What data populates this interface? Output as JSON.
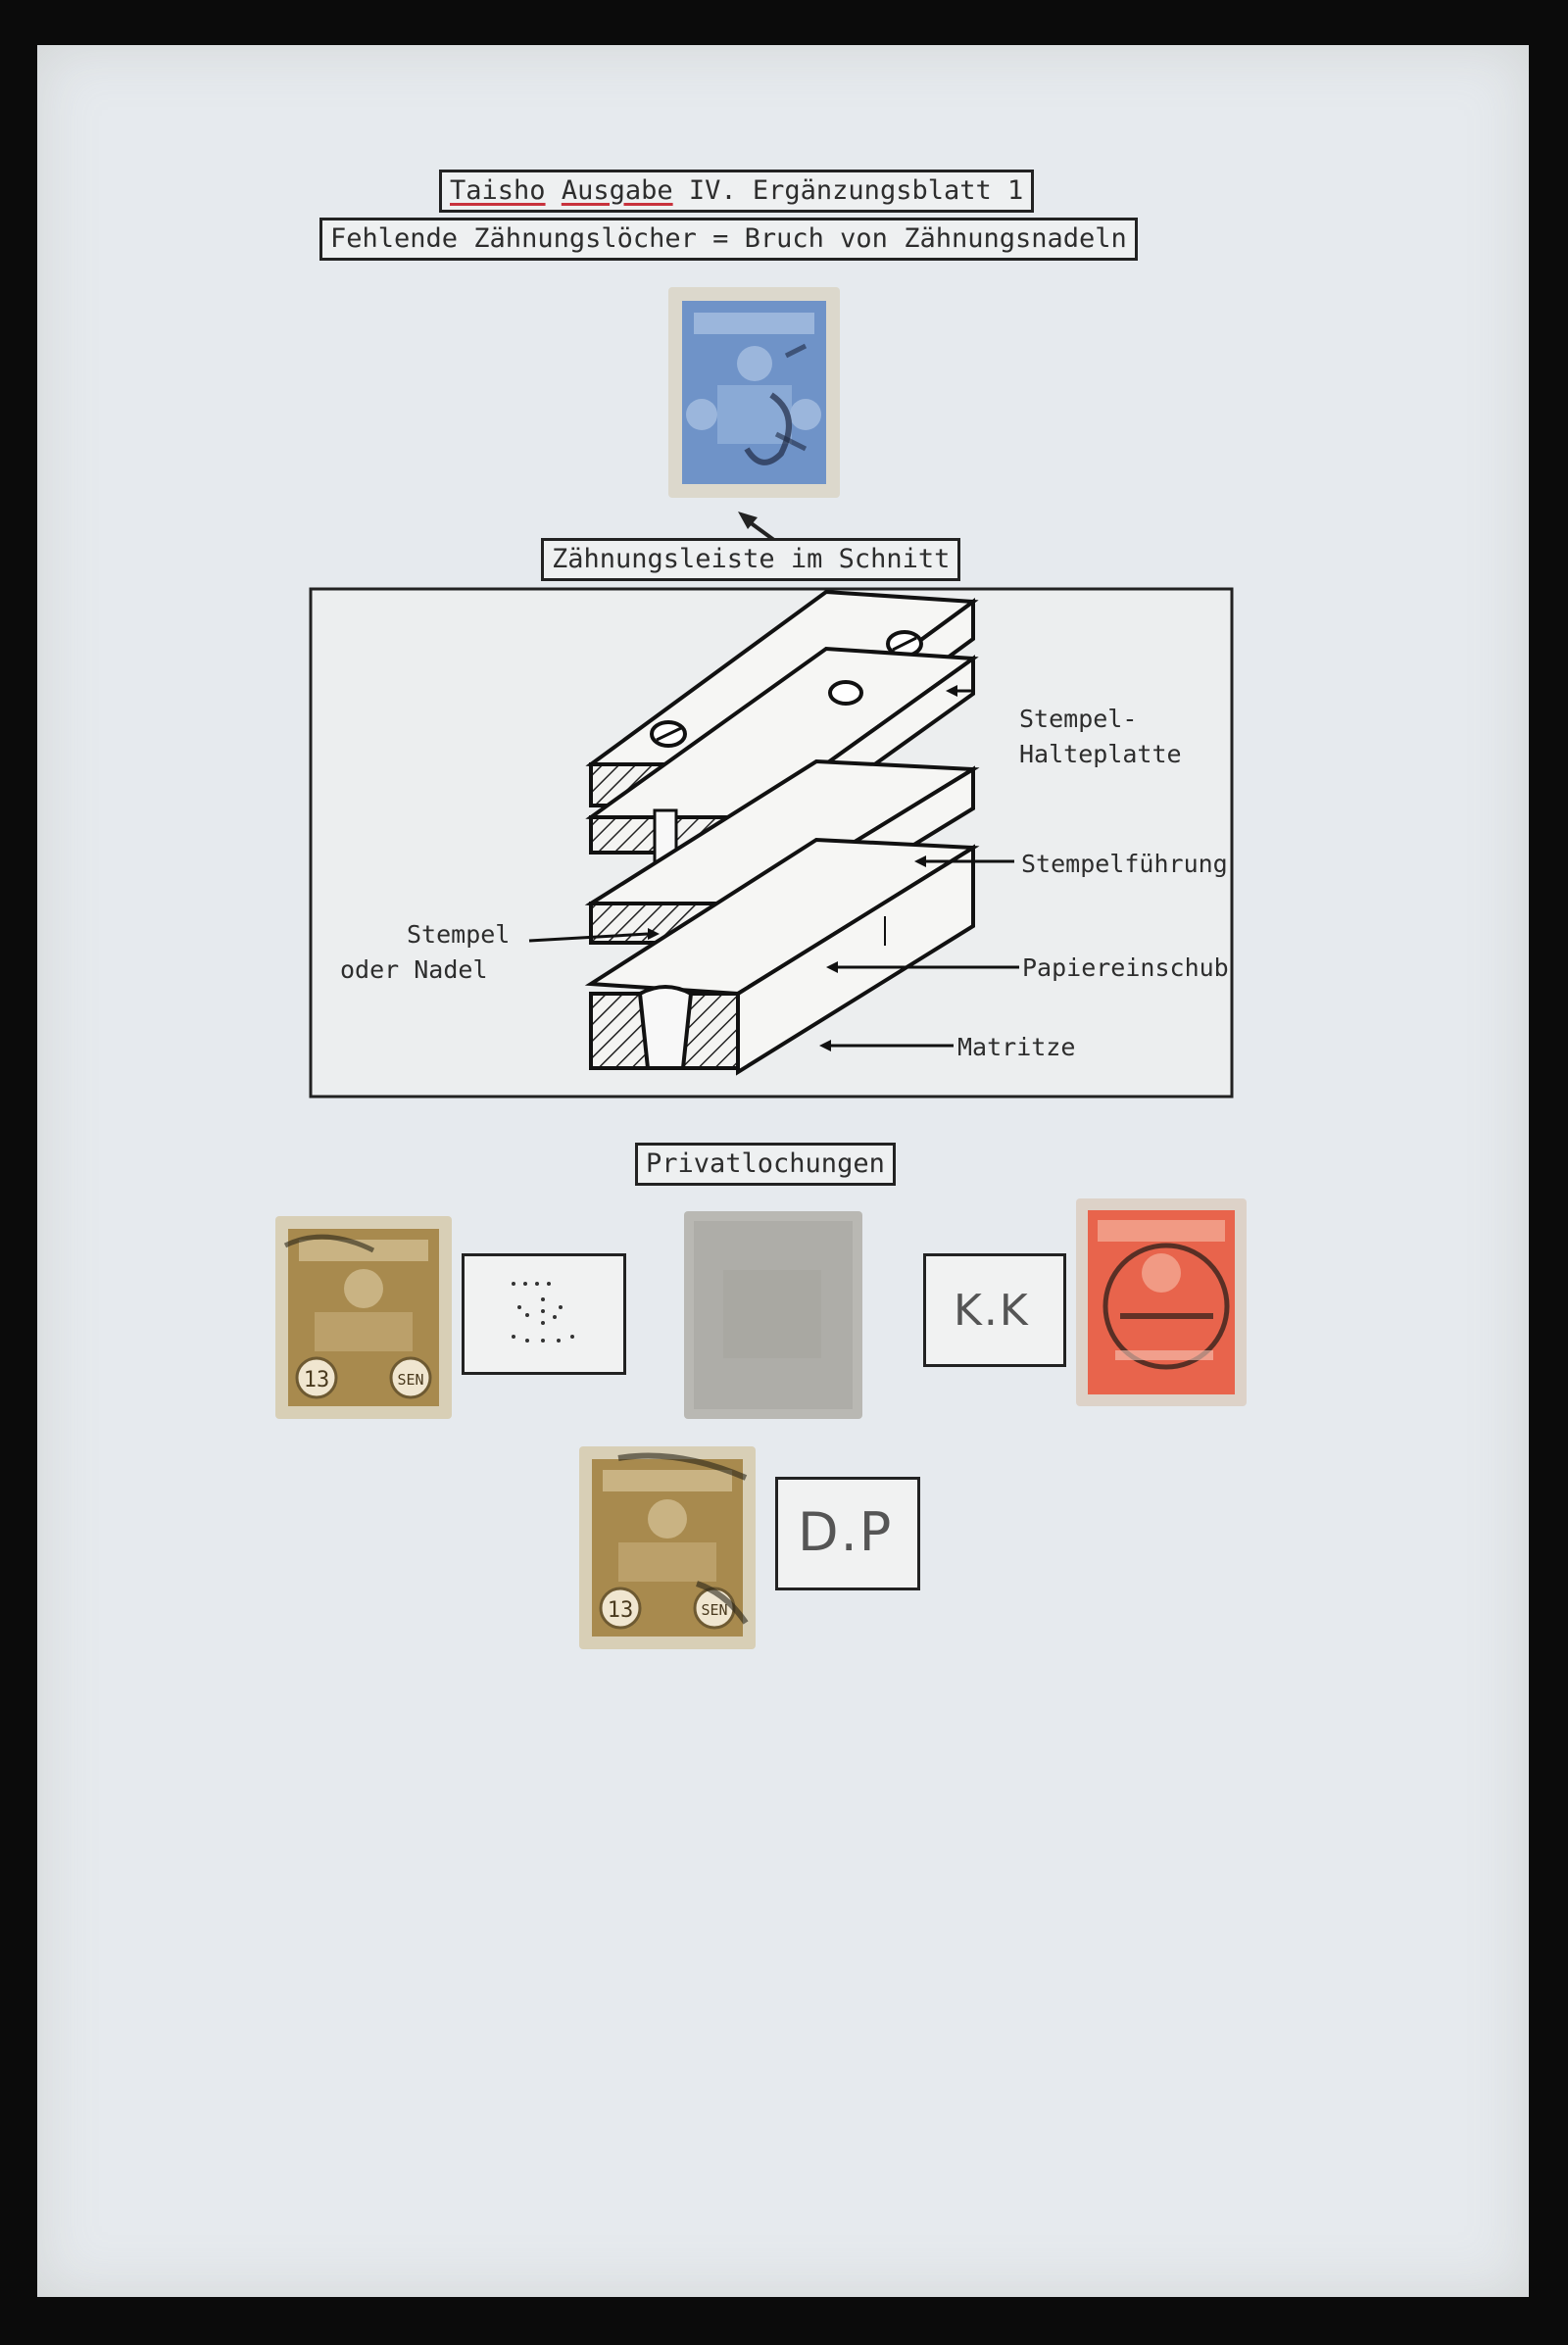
{
  "header": {
    "title_underlined_1": "Taisho",
    "title_underlined_2": "Ausgabe",
    "title_rest": "IV. Ergänzungsblatt 1",
    "subtitle": "Fehlende Zähnungslöcher = Bruch von Zähnungsnadeln"
  },
  "section_diagram": {
    "caption": "Zähnungsleiste im Schnitt",
    "labels": {
      "stempel_halteplatte_1": "Stempel-",
      "stempel_halteplatte_2": "Halteplatte",
      "stempelfuehrung": "Stempelführung",
      "papiereinschub": "Papiereinschub",
      "matritze": "Matritze",
      "stempel_1": "Stempel",
      "stempel_2": "oder Nadel"
    }
  },
  "section_perfins": {
    "caption": "Privatlochungen",
    "perfin_kk": "K.K",
    "perfin_dp": "D.P",
    "stamp_value_13": "13",
    "stamp_sen": "SEN"
  },
  "colors": {
    "paper": "#e6eaee",
    "ink": "#2d2d2d",
    "underline": "#c8323c",
    "stamp_blue": "#6f93c8",
    "stamp_brown": "#a88a4e",
    "stamp_red": "#e8644c"
  }
}
